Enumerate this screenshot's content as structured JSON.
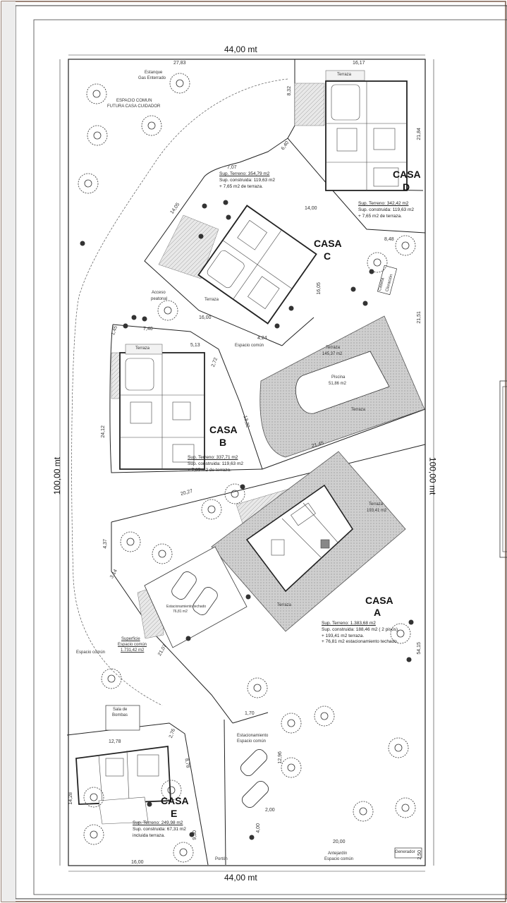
{
  "overall_dims": {
    "top": "44,00 mt",
    "bottom": "44,00 mt",
    "left": "100,00 mt",
    "right": "100,00 mt"
  },
  "areas": {
    "estanque": "Estanque",
    "gas": "Gas Enterrado",
    "espacio_comun_futura": "ESPACIO COMUN",
    "futura_casa": "FUTURA CASA CUIDADOR",
    "acceso": "Acceso",
    "peatonal": "peatonal",
    "espacio_comun_1": "Espacio común",
    "espacio_comun_2": "Espacio común",
    "caseta": "Caseta",
    "caseta2": "Cloración",
    "sala_bombas": "Sala de",
    "sala_bombas2": "Bombas",
    "superficie_title": "Superficie",
    "superficie_sub": "Espacio común",
    "superficie_val": "1.731,42 m2",
    "estac_comun": "Estacionamiento",
    "estac_comun2": "Espacio común",
    "portón": "Portón",
    "antejardin": "Antejardín",
    "antejardin2": "Espacio común",
    "generador": "Generador",
    "estac_techado": "Estacionamiento techado",
    "estac_techado_val": "76,81 m2"
  },
  "piscina": {
    "terraza_label": "Terraza",
    "terraza_val": "145,37 m2",
    "piscina_label": "Piscina",
    "piscina_val": "51,86 m2",
    "terraza2": "Terraza"
  },
  "casas": {
    "a": {
      "name": "CASA",
      "letter": "A",
      "terreno": "Sup. Terreno: 1.383,68 m2",
      "construida": "Sup. construida: 188,46 m2 ( 2 pisos).",
      "extra1": "+ 193,41 m2 terraza.",
      "extra2": "+ 76,81 m2 estacionamiento techado.",
      "terraza_label": "Terraza",
      "terraza_val": "193,41 m2",
      "terraza2": "Terraza"
    },
    "b": {
      "name": "CASA",
      "letter": "B",
      "terreno": "Sup. Terreno: 337,71 m2",
      "construida": "Sup. construida: 119,63 m2",
      "extra1": "+ 7,65 m2 de terraza.",
      "terraza": "Terraza"
    },
    "c": {
      "name": "CASA",
      "letter": "C",
      "terreno": "Sup. Terreno: 354,79 m2",
      "construida": "Sup. construida: 119,63 m2",
      "extra1": "+ 7,65 m2 de terraza.",
      "terraza": "Terraza"
    },
    "d": {
      "name": "CASA",
      "letter": "D",
      "terreno": "Sup. Terreno: 342,42 m2",
      "construida": "Sup. construida: 119,63 m2",
      "extra1": "+ 7,65 m2 de terraza.",
      "terraza": "Terraza"
    },
    "e": {
      "name": "CASA",
      "letter": "E",
      "terreno": "Sup. Terreno: 249,98 m2",
      "construida": "Sup. construida: 67,31 m2",
      "extra1": "incluida terraza."
    }
  },
  "dims": {
    "d2783": "27,83",
    "d1617": "16,17",
    "d832": "8,32",
    "d2184": "21,84",
    "d640": "6,40",
    "d707": "7,07",
    "d1405": "14,05",
    "d1400": "14,00",
    "d848": "8,48",
    "d1605": "16,05",
    "d1600a": "16,00",
    "d424": "4,24",
    "d2151": "21,51",
    "d740": "7,40",
    "d145": "1,45",
    "d513": "5,13",
    "d272": "2,72",
    "d1332": "13,32",
    "d2412": "24,12",
    "d2145": "21,45",
    "d2027": "20,27",
    "d437": "4,37",
    "d314": "3,14",
    "d2107": "21,07",
    "d5415": "54,15",
    "d170": "1,70",
    "d1278": "12,78",
    "d276": "2,76",
    "d878": "8,78",
    "d1296": "12,96",
    "d200": "2,00",
    "d400": "4,00",
    "d2000": "20,00",
    "d1428": "14,28",
    "d930": "9,30",
    "d1600b": "16,00",
    "d250": "2,50"
  }
}
